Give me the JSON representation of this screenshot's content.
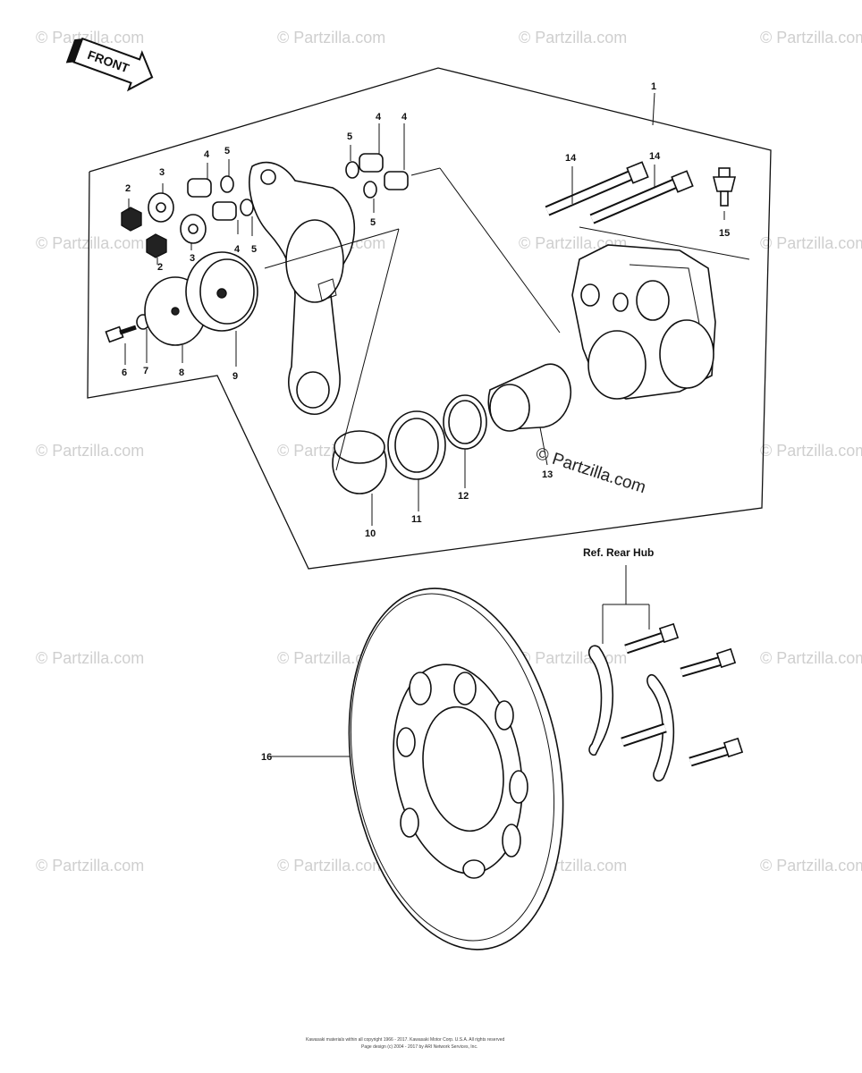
{
  "front_arrow": {
    "label": "FRONT"
  },
  "callouts": [
    {
      "id": "c1",
      "text": "1"
    },
    {
      "id": "c2a",
      "text": "2"
    },
    {
      "id": "c2b",
      "text": "2"
    },
    {
      "id": "c3a",
      "text": "3"
    },
    {
      "id": "c3b",
      "text": "3"
    },
    {
      "id": "c4a",
      "text": "4"
    },
    {
      "id": "c4b",
      "text": "4"
    },
    {
      "id": "c4c",
      "text": "4"
    },
    {
      "id": "c4d",
      "text": "4"
    },
    {
      "id": "c5a",
      "text": "5"
    },
    {
      "id": "c5b",
      "text": "5"
    },
    {
      "id": "c5c",
      "text": "5"
    },
    {
      "id": "c5d",
      "text": "5"
    },
    {
      "id": "c6",
      "text": "6"
    },
    {
      "id": "c7",
      "text": "7"
    },
    {
      "id": "c8",
      "text": "8"
    },
    {
      "id": "c9",
      "text": "9"
    },
    {
      "id": "c10",
      "text": "10"
    },
    {
      "id": "c11",
      "text": "11"
    },
    {
      "id": "c12",
      "text": "12"
    },
    {
      "id": "c13",
      "text": "13"
    },
    {
      "id": "c14a",
      "text": "14"
    },
    {
      "id": "c14b",
      "text": "14"
    },
    {
      "id": "c15",
      "text": "15"
    },
    {
      "id": "c16",
      "text": "16"
    }
  ],
  "reference_note": "Ref. Rear Hub",
  "watermark": "© Partzilla.com",
  "footer": {
    "line1": "Kawasaki materials within all copyright 1966 - 2017. Kawasaki Motor Corp. U.S.A. All rights reserved",
    "line2": "Page design (c) 2004 - 2017 by ARI Network Services, Inc."
  }
}
